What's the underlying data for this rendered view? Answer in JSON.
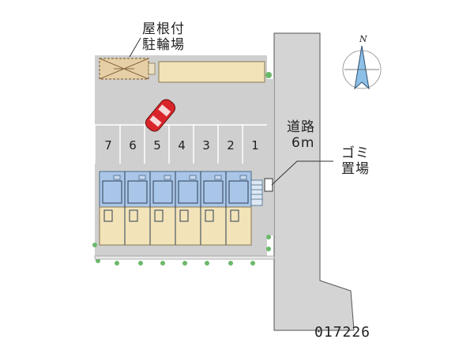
{
  "labels": {
    "bike_shelter": [
      "屋根付",
      "駐輪場"
    ],
    "road": [
      "道路",
      "6m"
    ],
    "garbage": [
      "ゴミ",
      "置場"
    ],
    "compass_north": "N",
    "map_id": "017226"
  },
  "parking_slots": [
    "7",
    "6",
    "5",
    "4",
    "3",
    "2",
    "1"
  ],
  "colors": {
    "lot_gray": "#cfcfcf",
    "road_gray": "#d4d4d4",
    "building_blue": "#a9c6e8",
    "building_tan": "#f2e3b8",
    "shelter_fill": "#e6cfa6",
    "shelter_stroke": "#8a6a40",
    "car_red": "#d9252a",
    "green": "#6bb86b",
    "compass_fill": "#8dc0e6"
  },
  "icons": {
    "car": "red-car-icon",
    "compass": "compass-icon"
  }
}
